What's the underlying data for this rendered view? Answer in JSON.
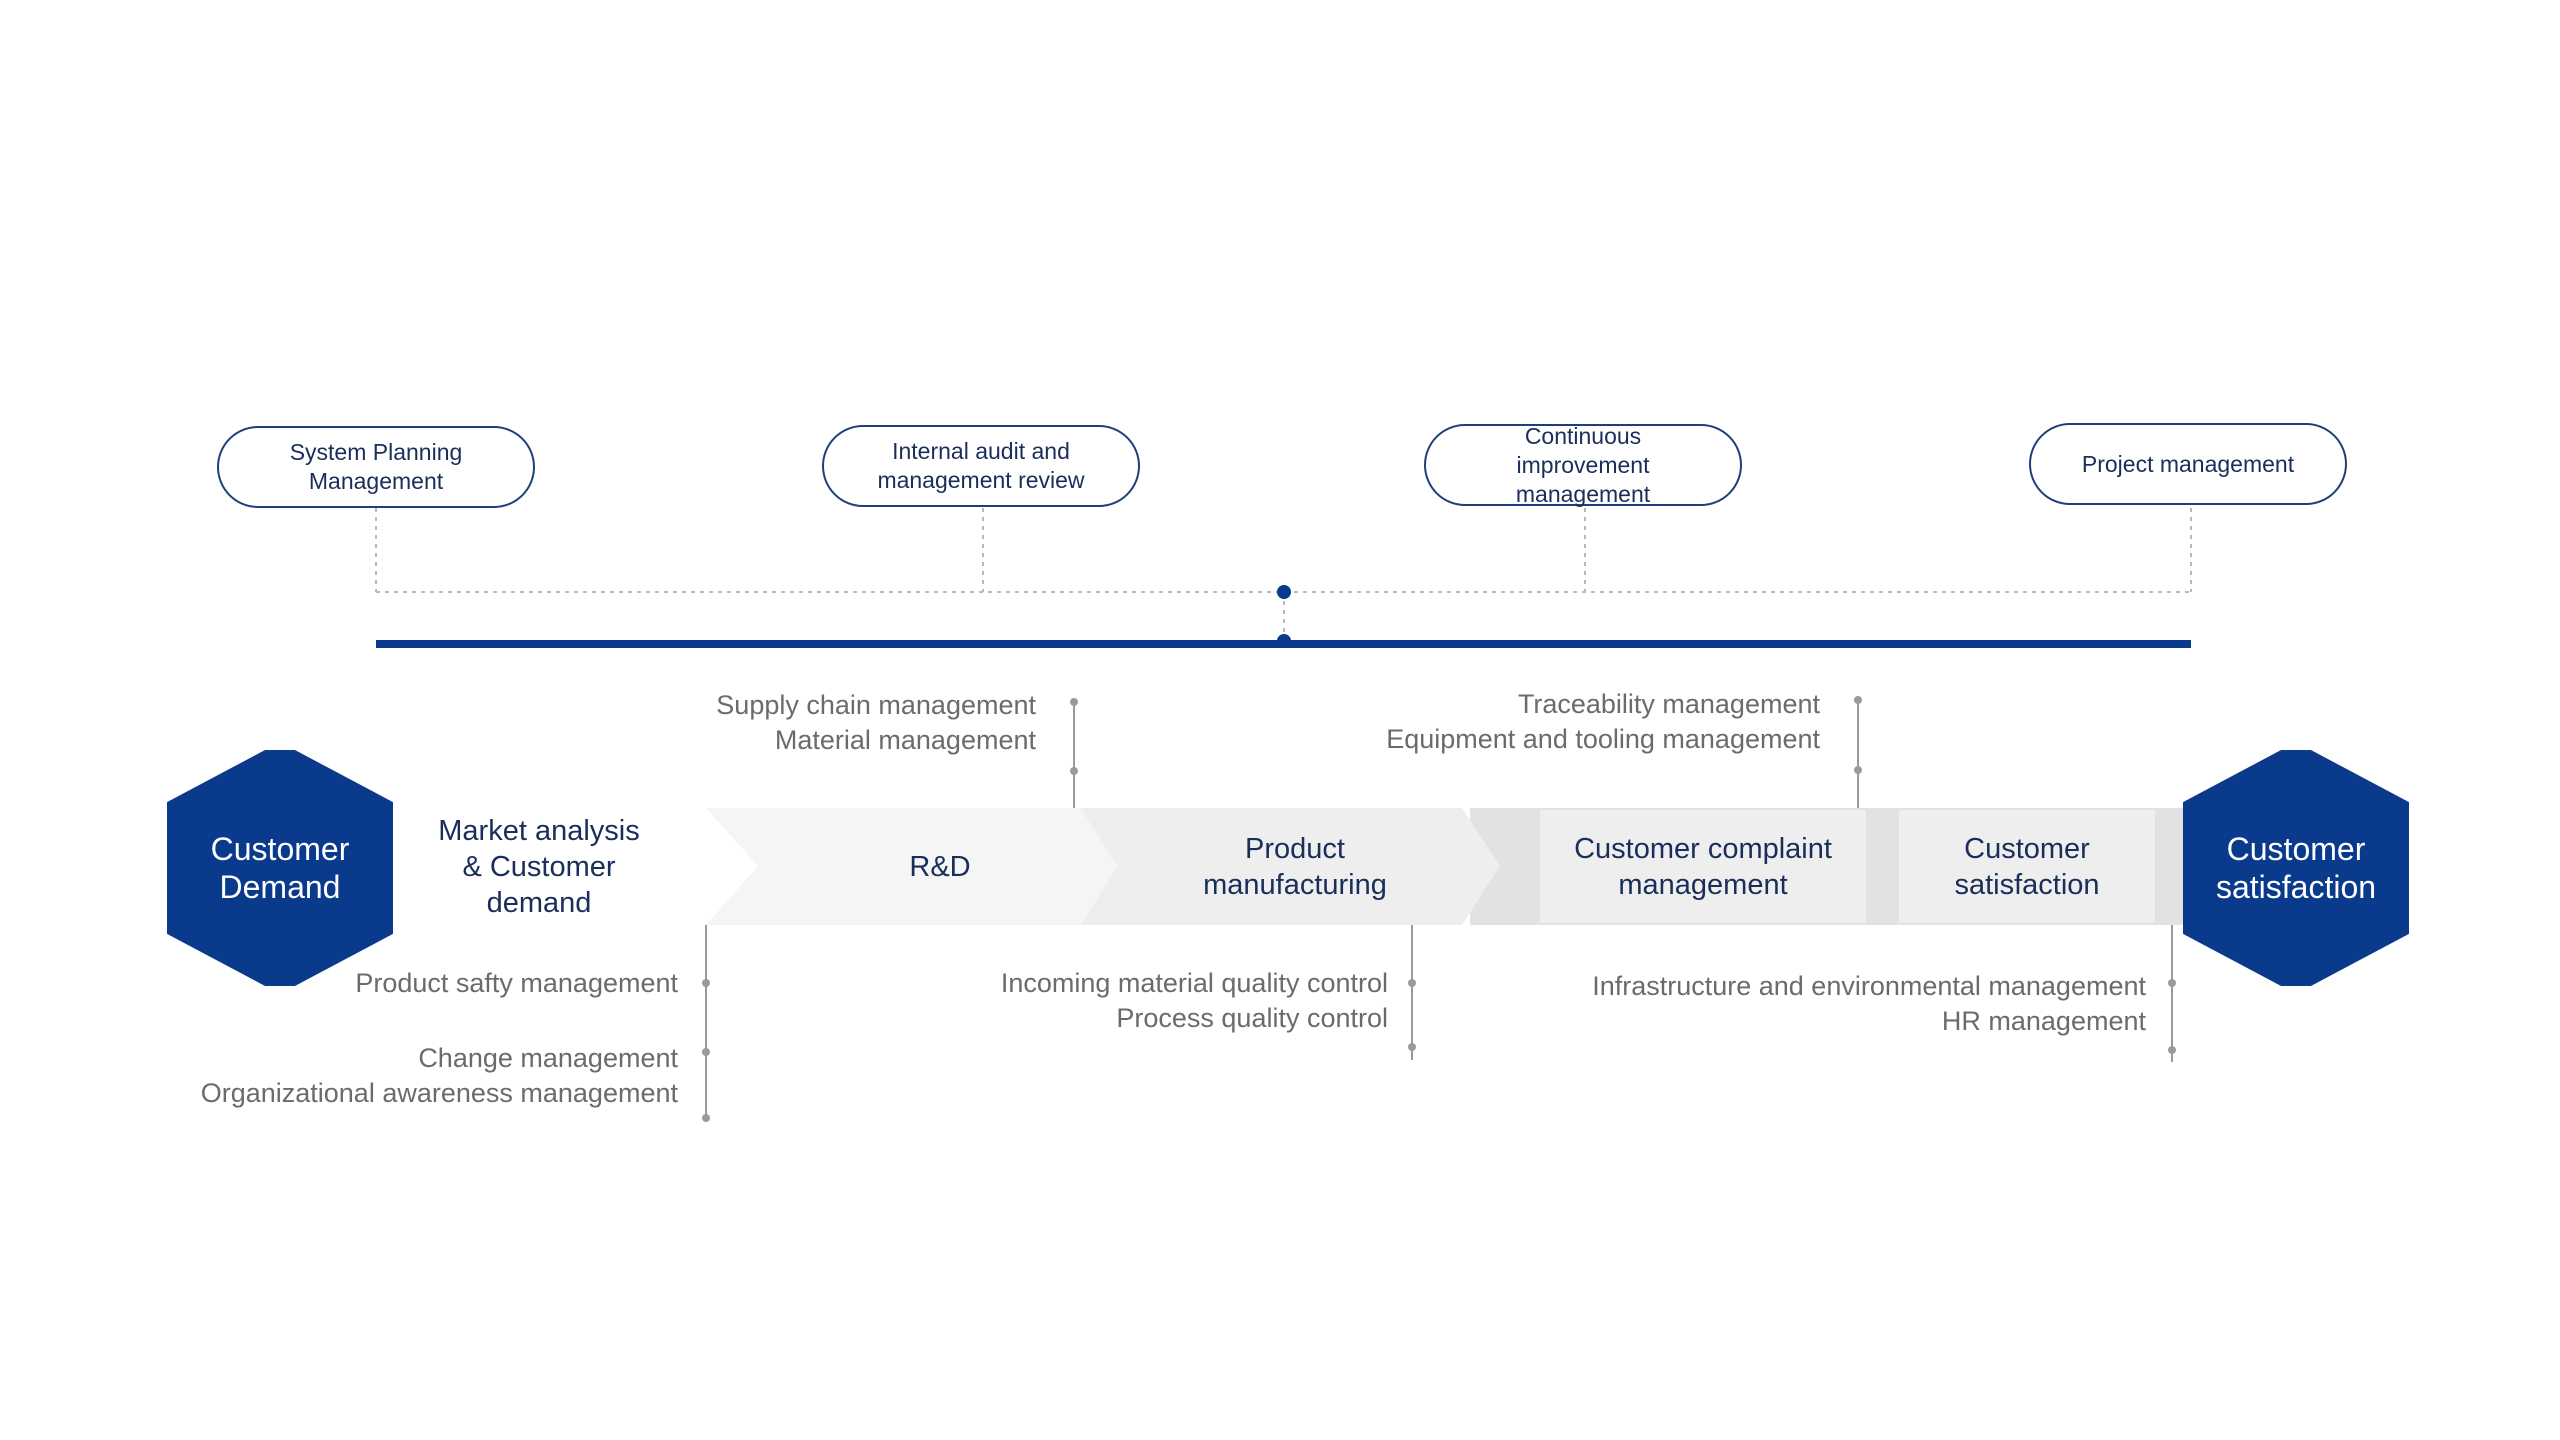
{
  "top_items": [
    {
      "label": "System Planning\nManagement"
    },
    {
      "label": "Internal audit and\nmanagement review"
    },
    {
      "label": "Continuous\nimprovement\nmanagement"
    },
    {
      "label": "Project management"
    }
  ],
  "start_node": {
    "label": "Customer\nDemand"
  },
  "end_node": {
    "label": "Customer\nsatisfaction"
  },
  "stages": [
    {
      "label": "Market analysis\n& Customer\ndemand"
    },
    {
      "label": "R&D"
    },
    {
      "label": "Product\nmanufacturing"
    },
    {
      "label": "Customer complaint\nmanagement"
    },
    {
      "label": "Customer\nsatisfaction"
    }
  ],
  "notes_above": [
    {
      "lines": "Supply chain management\nMaterial management"
    },
    {
      "lines": "Traceability management\nEquipment and tooling management"
    }
  ],
  "notes_below": [
    {
      "lines": "Product safty management"
    },
    {
      "lines": "Change management\nOrganizational awareness management"
    },
    {
      "lines": "Incoming material quality control\nProcess quality control"
    },
    {
      "lines": "Infrastructure and environmental management\nHR management"
    }
  ],
  "colors": {
    "navy": "#0a3a8c",
    "stage_light": "#f5f5f5",
    "stage_mid": "#eeeeee",
    "stage_dark": "#e2e2e2",
    "text_dark": "#1a2e5a",
    "text_grey": "#6b6b6b"
  }
}
